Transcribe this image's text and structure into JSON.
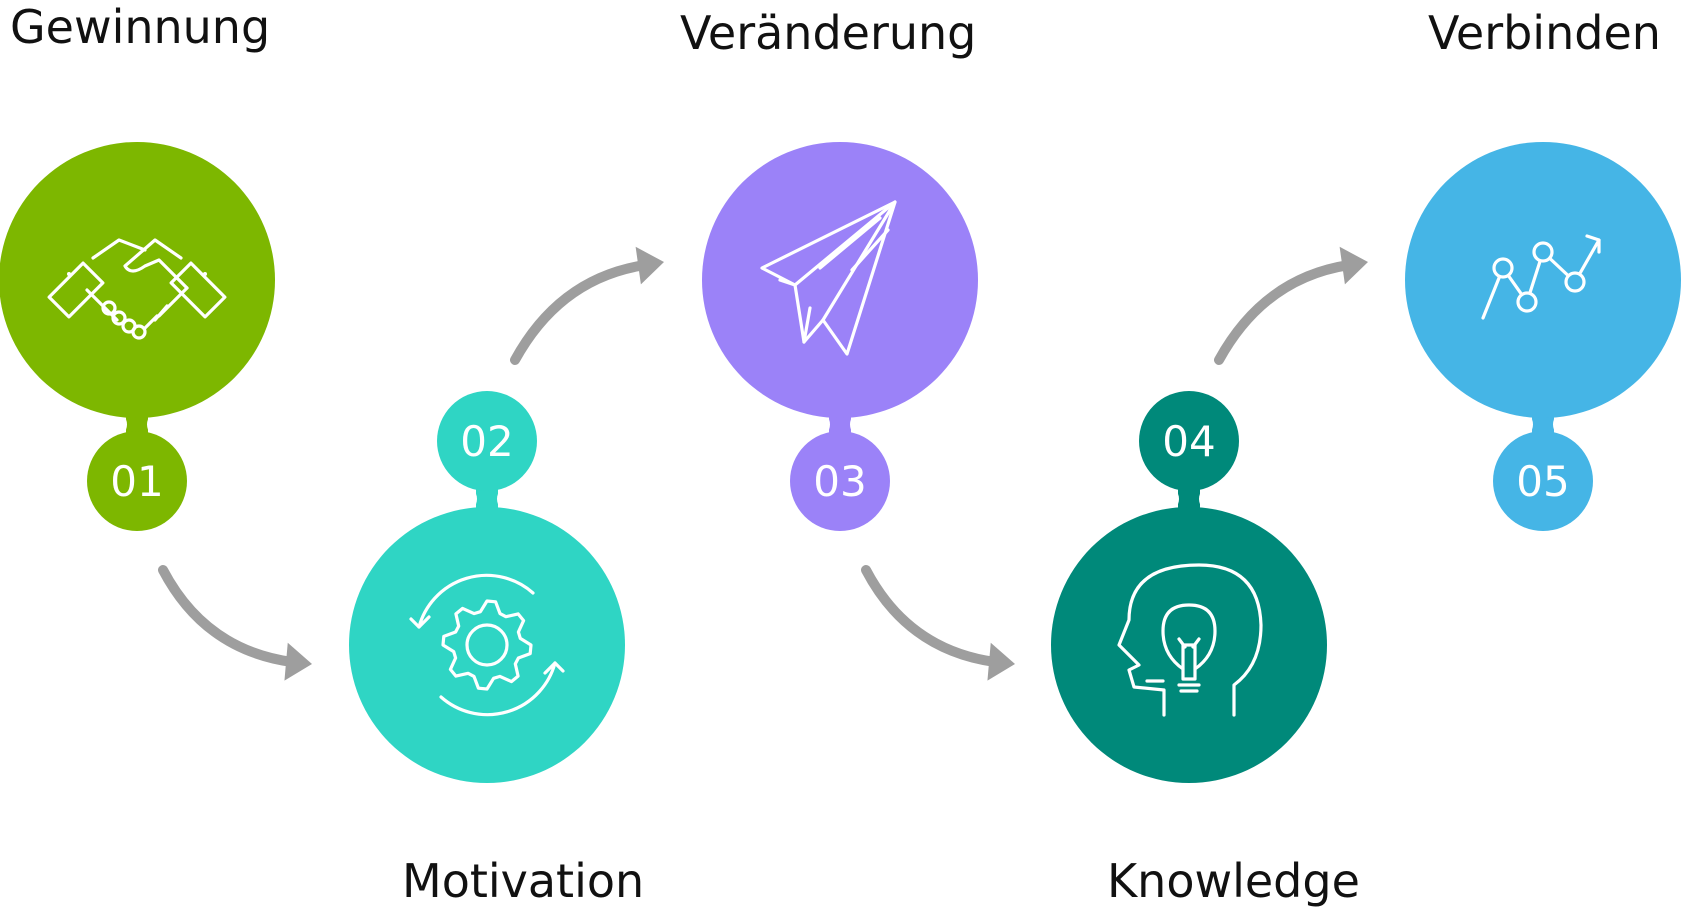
{
  "steps": [
    {
      "number": "01",
      "title": "Gewinnung",
      "icon": "handshake-icon",
      "color": "#7DB700"
    },
    {
      "number": "02",
      "title": "Motivation",
      "icon": "gear-cycle-icon",
      "color": "#2FD5C4"
    },
    {
      "number": "03",
      "title": "Veränderung",
      "icon": "paper-plane-icon",
      "color": "#9B82F8"
    },
    {
      "number": "04",
      "title": "Knowledge",
      "icon": "head-lightbulb-icon",
      "color": "#00897A"
    },
    {
      "number": "05",
      "title": "Verbinden",
      "icon": "growth-line-chart-icon",
      "color": "#45B5E6"
    }
  ],
  "connector_color": "#9E9E9E"
}
